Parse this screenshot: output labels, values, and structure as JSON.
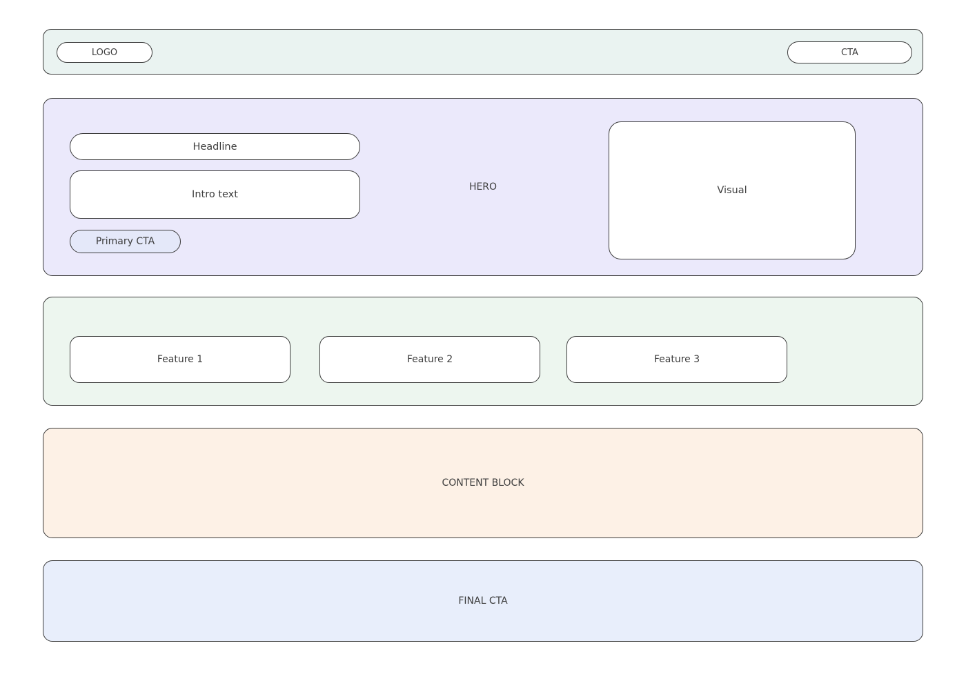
{
  "colors": {
    "border": "#3a3a3a",
    "text": "#3d3d3d",
    "header_bg": "#eaf3f1",
    "hero_bg": "#ebe9fb",
    "features_bg": "#edf6ef",
    "content_bg": "#fdf1e6",
    "final_bg": "#e8eefb",
    "primary_cta_bg": "#e4e8f9",
    "card_bg": "#ffffff"
  },
  "header": {
    "logo_label": "LOGO",
    "cta_label": "CTA"
  },
  "hero": {
    "section_label": "HERO",
    "headline_label": "Headline",
    "intro_label": "Intro text",
    "primary_cta_label": "Primary CTA",
    "visual_label": "Visual"
  },
  "features": {
    "items": [
      {
        "label": "Feature 1"
      },
      {
        "label": "Feature 2"
      },
      {
        "label": "Feature 3"
      }
    ]
  },
  "content_block": {
    "label": "CONTENT BLOCK"
  },
  "final_cta": {
    "label": "FINAL CTA"
  }
}
